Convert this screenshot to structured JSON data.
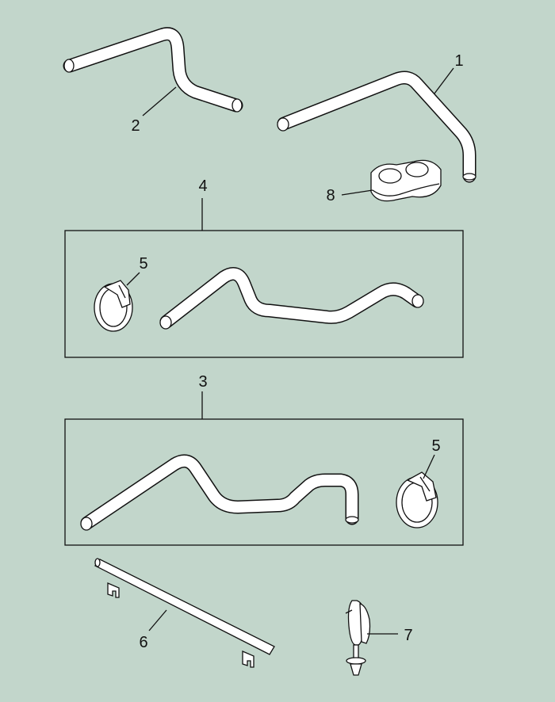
{
  "diagram": {
    "background": "#c2d6cb",
    "line_color": "#111111",
    "part_fill": "#ffffff",
    "groups": [
      {
        "callout": "4",
        "contents": [
          "5",
          "hose"
        ]
      },
      {
        "callout": "3",
        "contents": [
          "hose",
          "5"
        ]
      }
    ],
    "parts": [
      {
        "callout": "1",
        "name": "hose"
      },
      {
        "callout": "2",
        "name": "hose"
      },
      {
        "callout": "8",
        "name": "twin hose clip"
      },
      {
        "callout": "5",
        "name": "hose clamp"
      },
      {
        "callout": "6",
        "name": "pipe with brackets"
      },
      {
        "callout": "7",
        "name": "clip"
      }
    ],
    "labels": {
      "c1": "1",
      "c2": "2",
      "c3": "3",
      "c4": "4",
      "c5a": "5",
      "c5b": "5",
      "c6": "6",
      "c7": "7",
      "c8": "8"
    }
  }
}
